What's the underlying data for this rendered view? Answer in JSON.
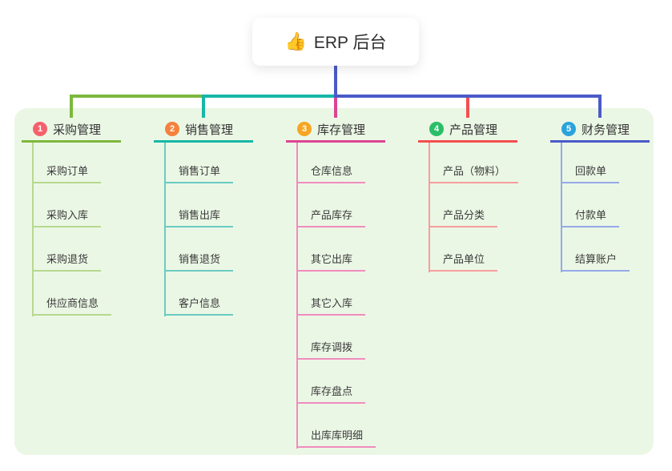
{
  "root": {
    "icon": "👍",
    "label": "ERP 后台"
  },
  "branches": [
    {
      "num": "1",
      "label": "采购管理",
      "badge_color": "#f6606d",
      "line_color": "#7db83d",
      "child_line_color": "#b6d98e",
      "children": [
        "采购订单",
        "采购入库",
        "采购退货",
        "供应商信息"
      ]
    },
    {
      "num": "2",
      "label": "销售管理",
      "badge_color": "#f5813c",
      "line_color": "#16b7a7",
      "child_line_color": "#6acbc3",
      "children": [
        "销售订单",
        "销售出库",
        "销售退货",
        "客户信息"
      ]
    },
    {
      "num": "3",
      "label": "库存管理",
      "badge_color": "#f6a524",
      "line_color": "#dc4493",
      "child_line_color": "#f08cbe",
      "children": [
        "仓库信息",
        "产品库存",
        "其它出库",
        "其它入库",
        "库存调拨",
        "库存盘点",
        "出库库明细"
      ]
    },
    {
      "num": "4",
      "label": "产品管理",
      "badge_color": "#2cbd68",
      "line_color": "#f34f4f",
      "child_line_color": "#f79d9d",
      "children": [
        "产品（物料）",
        "产品分类",
        "产品单位"
      ]
    },
    {
      "num": "5",
      "label": "财务管理",
      "badge_color": "#2aa3dc",
      "line_color": "#4a5bc8",
      "child_line_color": "#95aae8",
      "children": [
        "回款单",
        "付款单",
        "结算账户"
      ]
    }
  ],
  "colors": {
    "canvas_bg": "#ffffff",
    "panel_bg": "#ebf7e5",
    "root_stem": "#4a5bc8",
    "text": "#333333"
  }
}
